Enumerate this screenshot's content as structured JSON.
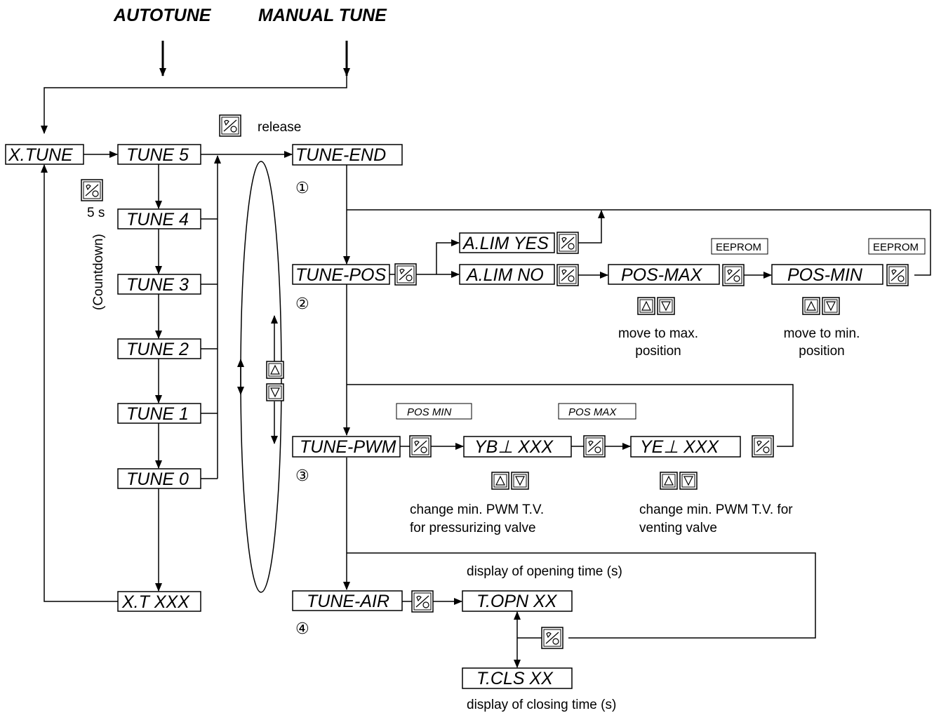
{
  "headings": {
    "autotune": "AUTOTUNE",
    "manual_tune": "MANUAL TUNE"
  },
  "displays": {
    "x_tune": "X.TUNE",
    "tune5": "TUNE 5",
    "tune4": "TUNE 4",
    "tune3": "TUNE 3",
    "tune2": "TUNE 2",
    "tune1": "TUNE 1",
    "tune0": "TUNE 0",
    "xt_xxx": "X.T XXX",
    "tune_end": "TUNE-END",
    "tune_pos": "TUNE-POS",
    "a_lim_yes": "A.LIM YES",
    "a_lim_no": "A.LIM NO",
    "pos_max": "POS-MAX",
    "pos_min": "POS-MIN",
    "tune_pwm": "TUNE-PWM",
    "yb_xxx": "YB⊥    XXX",
    "ye_xxx": "YE⊥    XXX",
    "tune_air": "TUNE-AIR",
    "t_opn": "T.OPN  XX",
    "t_cls": "T.CLS  XX"
  },
  "tags": {
    "eeprom1": "EEPROM",
    "eeprom2": "EEPROM",
    "pos_min_tag": "POS MIN",
    "pos_max_tag": "POS MAX"
  },
  "notes": {
    "release": "release",
    "five_s": "5 s",
    "countdown": "(Countdown)",
    "move_max_1": "move to max.",
    "move_max_2": "position",
    "move_min_1": "move to min.",
    "move_min_2": "position",
    "pwm_press_1": "change min. PWM T.V.",
    "pwm_press_2": "for  pressurizing  valve",
    "pwm_vent_1": "change min. PWM T.V. for",
    "pwm_vent_2": "venting valve",
    "open_time": "display of opening time (s)",
    "close_time": "display of closing time (s)"
  },
  "step_numbers": [
    "①",
    "②",
    "③",
    "④"
  ],
  "icons": {
    "hand_key": "hand-key-icon",
    "up": "up-arrow-key-icon",
    "down": "down-arrow-key-icon"
  }
}
